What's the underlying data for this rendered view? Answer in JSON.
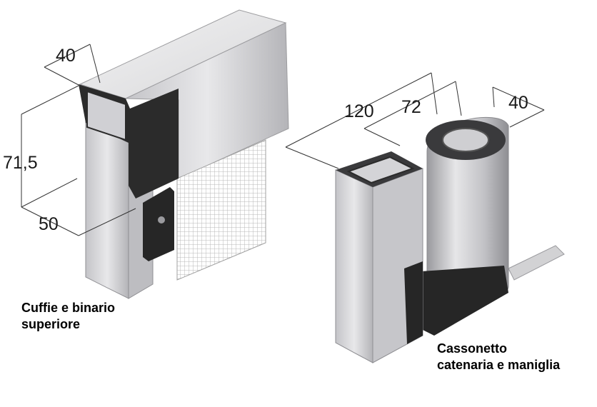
{
  "figure_left": {
    "dimensions": {
      "width_top": "40",
      "height": "71,5",
      "depth": "50"
    },
    "caption": {
      "line1": "Cuffie e binario",
      "line2": "superiore"
    }
  },
  "figure_right": {
    "dimensions": {
      "total": "120",
      "middle": "72",
      "right": "40"
    },
    "caption": {
      "line1": "Cassonetto",
      "line2": "catenaria e maniglia"
    }
  },
  "colors": {
    "aluminium_light": "#e4e4e6",
    "aluminium_mid": "#c9c9cc",
    "aluminium_dark": "#a9a9ad",
    "cap_black": "#2b2b2b",
    "mesh": "#b8b8b8"
  }
}
